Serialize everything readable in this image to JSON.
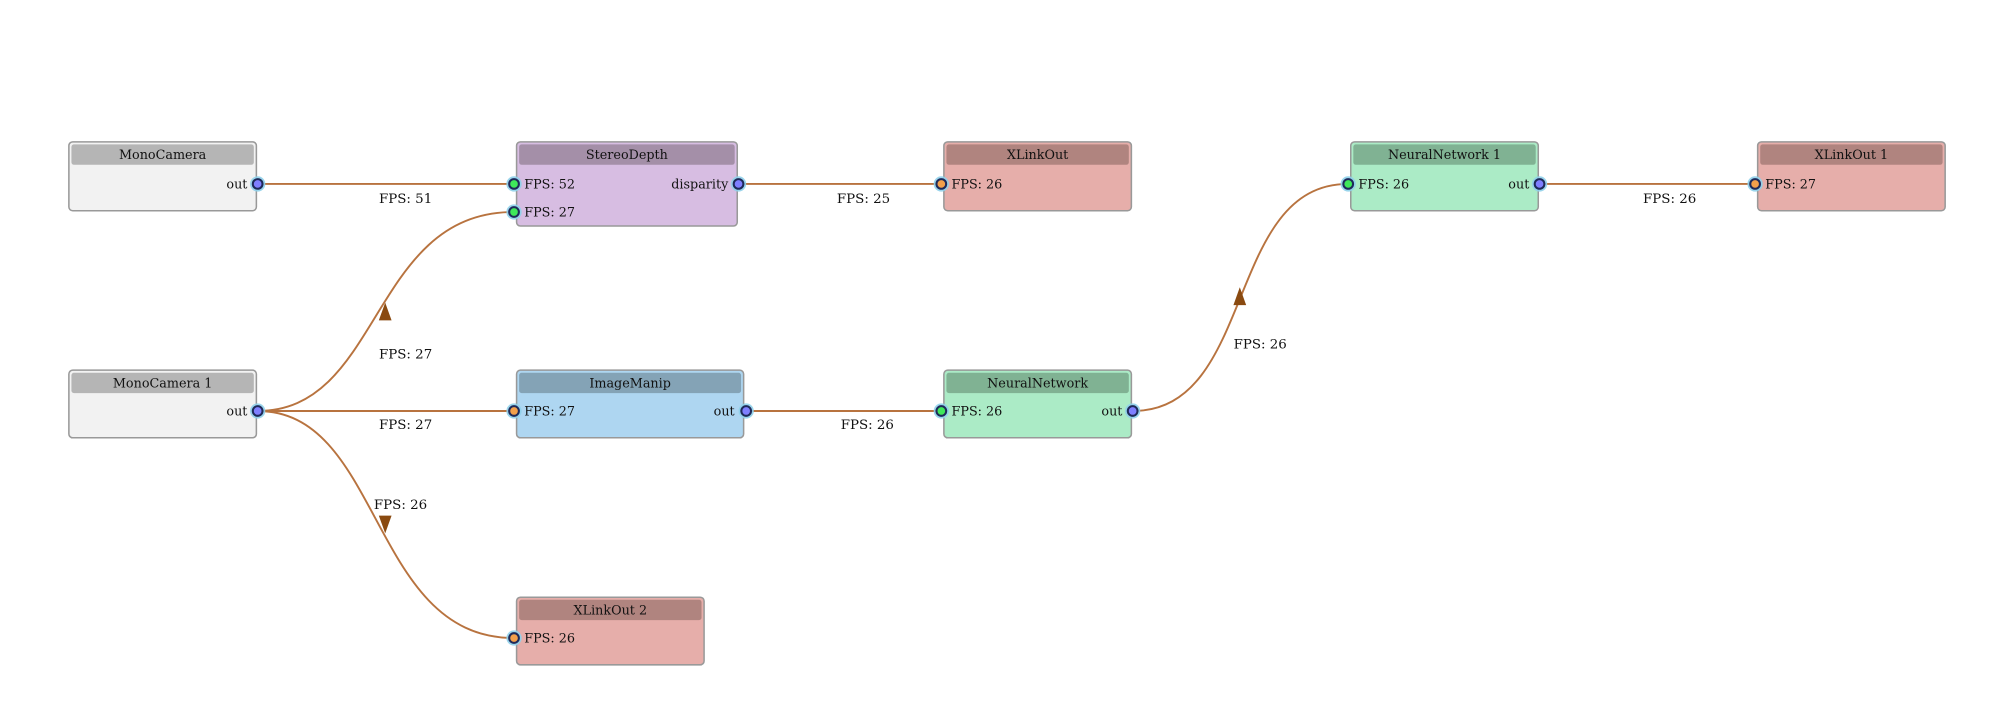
{
  "colors": {
    "edge": "#b8733f",
    "port_out": "#7f7fff",
    "port_in_green": "#3fe85a",
    "port_in_orange": "#f3a04b"
  },
  "nodes": {
    "monocamera": {
      "title": "MonoCamera",
      "out": "out"
    },
    "stereodepth": {
      "title": "StereoDepth",
      "in1": "FPS: 52",
      "in2": "FPS: 27",
      "out": "disparity"
    },
    "xlinkout": {
      "title": "XLinkOut",
      "in": "FPS: 26"
    },
    "neuralnetwork1": {
      "title": "NeuralNetwork 1",
      "in": "FPS: 26",
      "out": "out"
    },
    "xlinkout1": {
      "title": "XLinkOut 1",
      "in": "FPS: 27"
    },
    "monocamera1": {
      "title": "MonoCamera 1",
      "out": "out"
    },
    "imagemanip": {
      "title": "ImageManip",
      "in": "FPS: 27",
      "out": "out"
    },
    "neuralnetwork": {
      "title": "NeuralNetwork",
      "in": "FPS: 26",
      "out": "out"
    },
    "xlinkout2": {
      "title": "XLinkOut 2",
      "in": "FPS: 26"
    }
  },
  "edges": {
    "mono_stereo": "FPS: 51",
    "stereo_xlink": "FPS: 25",
    "nn1_xlink1": "FPS: 26",
    "mono1_stereo": "FPS: 27",
    "mono1_manip": "FPS: 27",
    "mono1_xlink2": "FPS: 26",
    "manip_nn": "FPS: 26",
    "nn_nn1": "FPS: 26"
  }
}
